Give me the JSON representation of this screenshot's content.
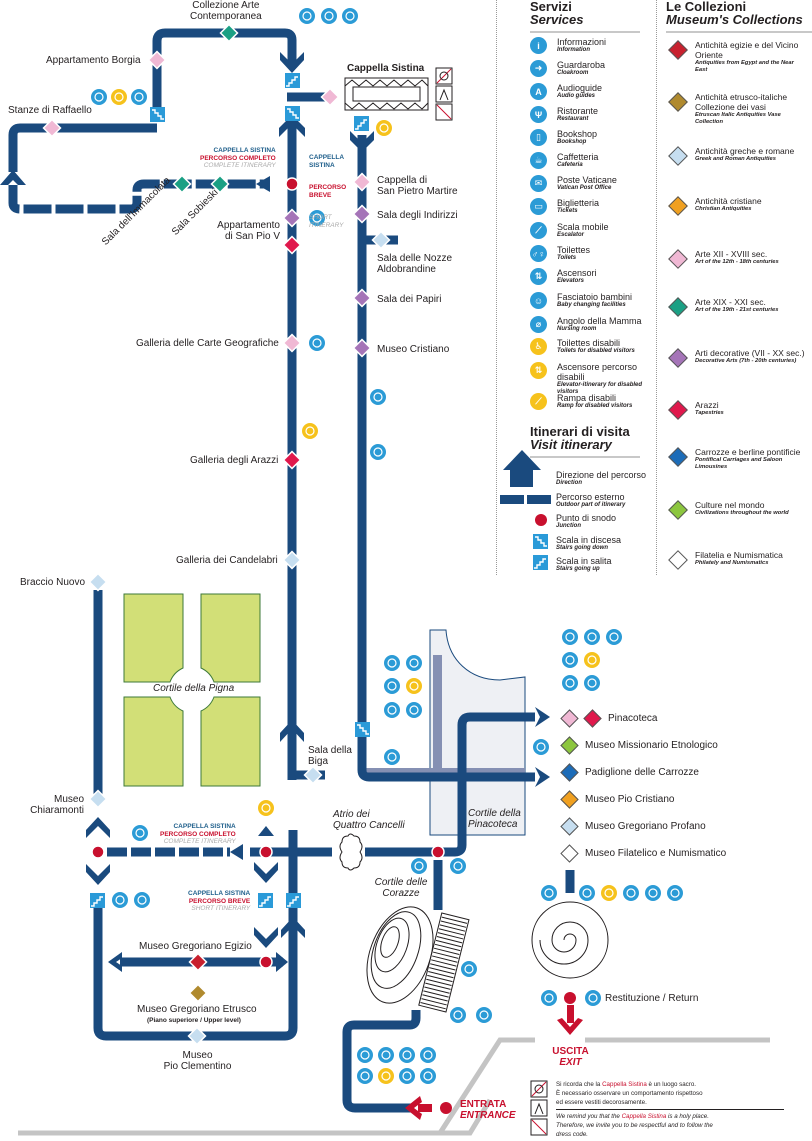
{
  "colors": {
    "route": "#1a4a7e",
    "junction": "#c8102e",
    "service_blue": "#2b9bd6",
    "service_yellow": "#f6c21c",
    "courtyard_green": "#d2df77",
    "stairs": "#2a9ad8"
  },
  "services": {
    "title_it": "Servizi",
    "title_en": "Services",
    "items": [
      {
        "it": "Informazioni",
        "en": "Information",
        "icon": "info-icon",
        "color": "blue",
        "glyph": "i"
      },
      {
        "it": "Guardaroba",
        "en": "Cloakroom",
        "icon": "cloakroom-icon",
        "color": "blue",
        "glyph": "➜"
      },
      {
        "it": "Audioguide",
        "en": "Audio guides",
        "icon": "audioguide-icon",
        "color": "blue",
        "glyph": "A"
      },
      {
        "it": "Ristorante",
        "en": "Restaurant",
        "icon": "restaurant-icon",
        "color": "blue",
        "glyph": "Ψ"
      },
      {
        "it": "Bookshop",
        "en": "Bookshop",
        "icon": "bookshop-icon",
        "color": "blue",
        "glyph": "▯"
      },
      {
        "it": "Caffetteria",
        "en": "Cafeteria",
        "icon": "cafeteria-icon",
        "color": "blue",
        "glyph": "☕"
      },
      {
        "it": "Poste Vaticane",
        "en": "Vatican Post Office",
        "icon": "post-office-icon",
        "color": "blue",
        "glyph": "✉"
      },
      {
        "it": "Biglietteria",
        "en": "Tickets",
        "icon": "tickets-icon",
        "color": "blue",
        "glyph": "▭"
      },
      {
        "it": "Scala mobile",
        "en": "Escalator",
        "icon": "escalator-icon",
        "color": "blue",
        "glyph": "⟋"
      },
      {
        "it": "Toilettes",
        "en": "Toilets",
        "icon": "toilets-icon",
        "color": "blue",
        "glyph": "♂♀"
      },
      {
        "it": "Ascensori",
        "en": "Elevators",
        "icon": "elevator-icon",
        "color": "blue",
        "glyph": "⇅"
      },
      {
        "it": "Fasciatoio bambini",
        "en": "Baby changing facilities",
        "icon": "baby-changing-icon",
        "color": "blue",
        "glyph": "☺"
      },
      {
        "it": "Angolo della Mamma",
        "en": "Nursing room",
        "icon": "nursing-room-icon",
        "color": "blue",
        "glyph": "⌀"
      },
      {
        "it": "Toilettes disabili",
        "en": "Toilets for disabled visitors",
        "icon": "disabled-toilets-icon",
        "color": "yellow",
        "glyph": "♿"
      },
      {
        "it": "Ascensore percorso disabili",
        "en": "Elevator-itinerary for disabled visitors",
        "icon": "disabled-elevator-icon",
        "color": "yellow",
        "glyph": "⇅"
      },
      {
        "it": "Rampa disabili",
        "en": "Ramp for disabled visitors",
        "icon": "disabled-ramp-icon",
        "color": "yellow",
        "glyph": "⟋"
      }
    ]
  },
  "collections": {
    "title_it": "Le Collezioni",
    "title_en": "Museum's Collections",
    "items": [
      {
        "it": "Antichità egizie e del Vicino Oriente",
        "en": "Antiquities from Egypt and the Near East",
        "color": "#c8202e"
      },
      {
        "it": "Antichità etrusco-italiche Collezione dei vasi",
        "en": "Etruscan Italic Antiquities Vase Collection",
        "color": "#b08a2e"
      },
      {
        "it": "Antichità greche e romane",
        "en": "Greek and Roman Antiquities",
        "color": "#c6def0"
      },
      {
        "it": "Antichità cristiane",
        "en": "Christian Antiquities",
        "color": "#f0a020"
      },
      {
        "it": "Arte XII - XVIII sec.",
        "en": "Art of the 12th - 18th centuries",
        "color": "#f0b8d4"
      },
      {
        "it": "Arte XIX - XXI sec.",
        "en": "Art of the 19th - 21st centuries",
        "color": "#1aa084"
      },
      {
        "it": "Arti decorative (VII - XX sec.)",
        "en": "Decorative Arts (7th - 20th centuries)",
        "color": "#a574b8"
      },
      {
        "it": "Arazzi",
        "en": "Tapestries",
        "color": "#e0184c"
      },
      {
        "it": "Carrozze e berline pontificie",
        "en": "Pontifical Carriages and Saloon Limousines",
        "color": "#1c6cb8"
      },
      {
        "it": "Culture nel mondo",
        "en": "Civilizations throughout the world",
        "color": "#8cc63e"
      },
      {
        "it": "Filatelia e Numismatica",
        "en": "Philately and Numismatics",
        "color": "#ffffff"
      }
    ]
  },
  "itinerary": {
    "title_it": "Itinerari di visita",
    "title_en": "Visit itinerary",
    "items": [
      {
        "it": "Direzione del percorso",
        "en": "Direction"
      },
      {
        "it": "Percorso esterno",
        "en": "Outdoor part of itinerary"
      },
      {
        "it": "Punto di snodo",
        "en": "Junction"
      },
      {
        "it": "Scala in discesa",
        "en": "Stairs going down"
      },
      {
        "it": "Scala in salita",
        "en": "Stairs going up"
      }
    ]
  },
  "map": {
    "stops": [
      {
        "id": "collezione-arte-contemporanea",
        "label": "Collezione Arte\nContemporanea",
        "color": "#1aa084"
      },
      {
        "id": "appartamento-borgia",
        "label": "Appartamento Borgia",
        "color": "#f0b8d4"
      },
      {
        "id": "stanze-di-raffaello",
        "label": "Stanze di Raffaello",
        "color": "#f0b8d4"
      },
      {
        "id": "sala-dell-immacolata",
        "label": "Sala dell'Immacolata",
        "color": "#1aa084"
      },
      {
        "id": "sala-sobieski",
        "label": "Sala Sobieski",
        "color": "#1aa084"
      },
      {
        "id": "cappella-sistina",
        "label": "Cappella Sistina",
        "color": "#f0b8d4"
      },
      {
        "id": "appartamento-san-pio-v",
        "label": "Appartamento\ndi San Pio V",
        "color": "#a574b8"
      },
      {
        "id": "cappella-san-pietro-martire",
        "label": "Cappella di\nSan Pietro Martire",
        "color": "#f0b8d4"
      },
      {
        "id": "sala-degli-indirizzi",
        "label": "Sala degli Indirizzi",
        "color": "#a574b8"
      },
      {
        "id": "sala-nozze-aldobrandine",
        "label": "Sala delle Nozze\nAldobrandine",
        "color": "#c6def0"
      },
      {
        "id": "sala-dei-papiri",
        "label": "Sala dei Papiri",
        "color": "#a574b8"
      },
      {
        "id": "museo-cristiano",
        "label": "Museo Cristiano",
        "color": "#a574b8"
      },
      {
        "id": "galleria-carte-geografiche",
        "label": "Galleria delle Carte Geografiche",
        "color": "#f0b8d4"
      },
      {
        "id": "galleria-degli-arazzi",
        "label": "Galleria degli Arazzi",
        "color": "#e0184c"
      },
      {
        "id": "galleria-dei-candelabri",
        "label": "Galleria dei Candelabri",
        "color": "#c6def0"
      },
      {
        "id": "braccio-nuovo",
        "label": "Braccio Nuovo",
        "color": "#c6def0"
      },
      {
        "id": "sala-della-biga",
        "label": "Sala della\nBiga",
        "color": "#c6def0"
      },
      {
        "id": "museo-chiaramonti",
        "label": "Museo\nChiaramonti",
        "color": "#c6def0"
      },
      {
        "id": "museo-gregoriano-egizio",
        "label": "Museo Gregoriano Egizio",
        "color": "#c8202e"
      },
      {
        "id": "museo-gregoriano-etrusco",
        "label": "Museo Gregoriano Etrusco",
        "color": "#b08a2e"
      },
      {
        "id": "museo-pio-clementino",
        "label": "Museo\nPio Clementino",
        "color": "#c6def0"
      }
    ],
    "etrusco_sub": "(Piano superiore / Upper level)",
    "courtyards": {
      "pigna": "Cortile della Pigna",
      "pinacoteca": "Cortile della\nPinacoteca",
      "corazze": "Cortile delle\nCorazze",
      "quattro_cancelli": "Atrio dei\nQuattro Cancelli"
    },
    "route_tags": {
      "sistina": "CAPPELLA SISTINA",
      "sistina_split": "CAPPELLA\nSISTINA",
      "complete_it": "PERCORSO COMPLETO",
      "complete_en": "COMPLETE ITINERARY",
      "short_it": "PERCORSO BREVE",
      "short_it_split": "PERCORSO\nBREVE",
      "short_en": "SHORT ITINERARY",
      "short_en_split": "SHORT\nITINERARY"
    },
    "right_list": [
      {
        "label": "Pinacoteca",
        "colors": [
          "#f0b8d4",
          "#e0184c"
        ]
      },
      {
        "label": "Museo Missionario Etnologico",
        "colors": [
          "#8cc63e"
        ]
      },
      {
        "label": "Padiglione delle Carrozze",
        "colors": [
          "#1c6cb8"
        ]
      },
      {
        "label": "Museo Pio Cristiano",
        "colors": [
          "#f0a020"
        ]
      },
      {
        "label": "Museo Gregoriano Profano",
        "colors": [
          "#c6def0"
        ]
      },
      {
        "label": "Museo Filatelico e Numismatico",
        "colors": [
          "#ffffff"
        ]
      }
    ],
    "restitution": "Restituzione / Return",
    "exit_it": "USCITA",
    "exit_en": "EXIT",
    "entrance_it": "ENTRATA",
    "entrance_en": "ENTRANCE"
  },
  "notice": {
    "it_1": "Si ricorda che la ",
    "it_hl": "Cappella Sistina",
    "it_2": " è un luogo sacro.",
    "it_3": "È necessario osservare un comportamento rispettoso",
    "it_4": "ed essere vestiti decorosamente.",
    "en_1": "We remind you that the ",
    "en_hl": "Cappella Sistina",
    "en_2": " is a holy place.",
    "en_3": "Therefore, we invite you to be respectful and to follow the",
    "en_4": "dress code."
  }
}
